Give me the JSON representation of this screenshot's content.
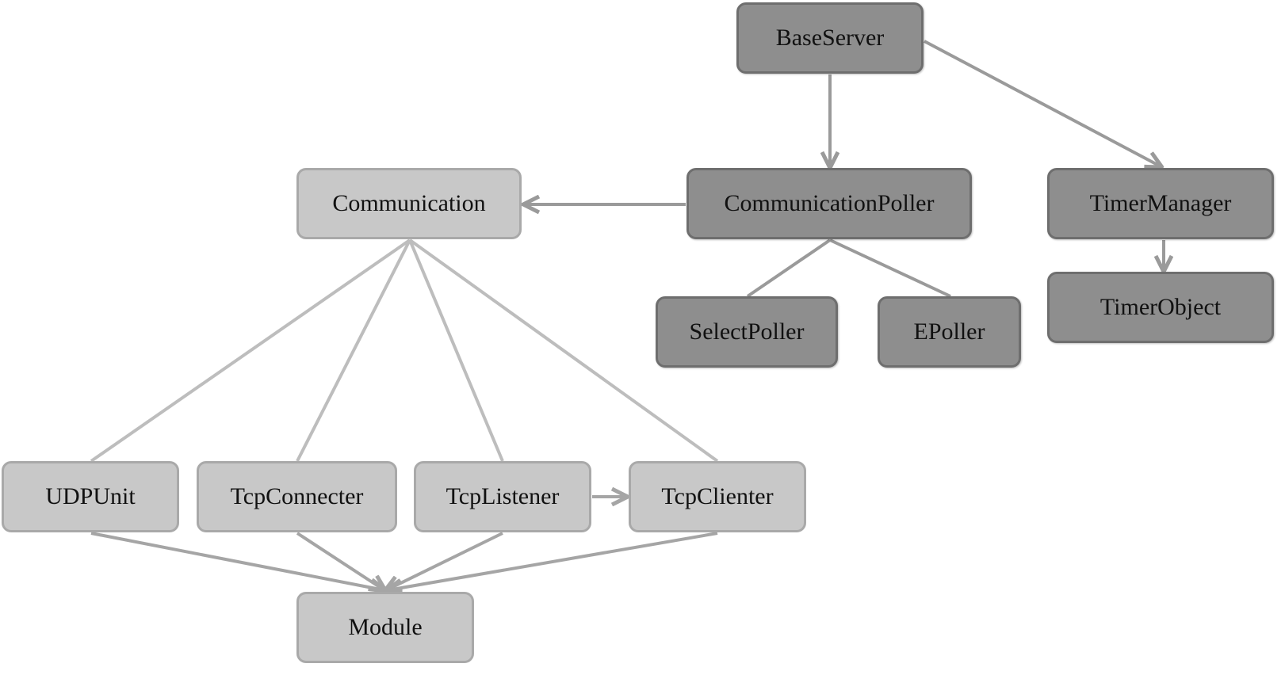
{
  "nodes": {
    "baseserver": "BaseServer",
    "communication": "Communication",
    "communication_poller": "CommunicationPoller",
    "timer_manager": "TimerManager",
    "select_poller": "SelectPoller",
    "epoller": "EPoller",
    "timer_object": "TimerObject",
    "udp_unit": "UDPUnit",
    "tcp_connecter": "TcpConnecter",
    "tcp_listener": "TcpListener",
    "tcp_clienter": "TcpClienter",
    "module": "Module"
  },
  "colors": {
    "dark_node": "#8e8e8e",
    "light_node": "#c8c8c8",
    "dark_connector": "#9a9a9a",
    "light_connector": "#bdbdbd"
  }
}
